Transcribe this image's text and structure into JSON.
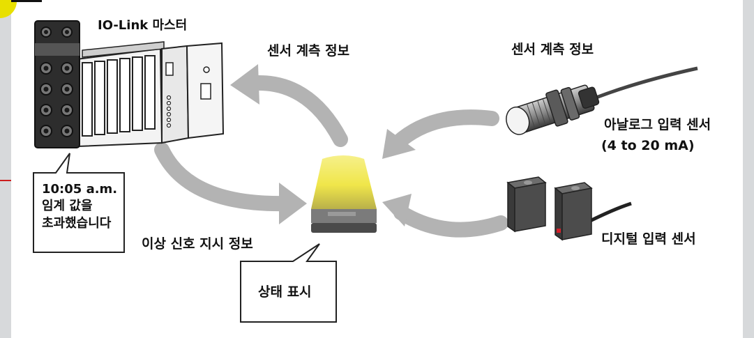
{
  "labels": {
    "master": "IO-Link 마스터",
    "sensor_info_left": "센서 계측 정보",
    "sensor_info_right": "센서 계측 정보",
    "analog_sensor_line1": "아날로그 입력 센서",
    "analog_sensor_line2": "(4 to 20 mA)",
    "digital_sensor": "디지털 입력 센서",
    "anomaly_info": "이상 신호 지시 정보",
    "status_display": "상태 표시"
  },
  "master_callout": {
    "line1": "10:05 a.m.",
    "line2": "임계 값을",
    "line3": "초과했습니다"
  },
  "colors": {
    "arrow": "#b3b3b3",
    "lamp_yellow": "#f2ea5a",
    "side_band": "#d7d9db",
    "accent_yellow": "#e8e000",
    "sensor_led": "#d4202a"
  }
}
